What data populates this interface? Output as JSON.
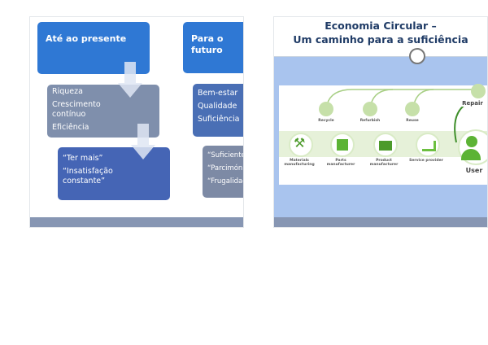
{
  "slide1": {
    "left_header": "Até ao presente",
    "right_header": "Para o futuro",
    "left_list1": [
      "Riqueza",
      "Crescimento contínuo",
      "Eficiência"
    ],
    "left_list2": [
      "“Ter mais”",
      "“Insatisfação constante”"
    ],
    "right_list1": [
      "Bem-estar",
      "Qualidade",
      "Suficiência"
    ],
    "right_list2": [
      "“Suficiente”",
      "“Parcimónia”",
      "“Frugalidade”"
    ]
  },
  "slide2": {
    "title_line1": "Economia Circular –",
    "title_line2": "Um caminho para a suficiência",
    "diagram": {
      "loop_labels": [
        "Recycle",
        "Refurbish",
        "Reuse",
        "Repair"
      ],
      "chain_labels": [
        "Materials manufacturing",
        "Parts manufacturer",
        "Product manufacturer",
        "Service provider",
        "User"
      ]
    }
  },
  "colors": {
    "blue": "#2f78d4",
    "gray": "#7f8fac",
    "dark_blue": "#4565b5",
    "green": "#6cbf3f"
  }
}
